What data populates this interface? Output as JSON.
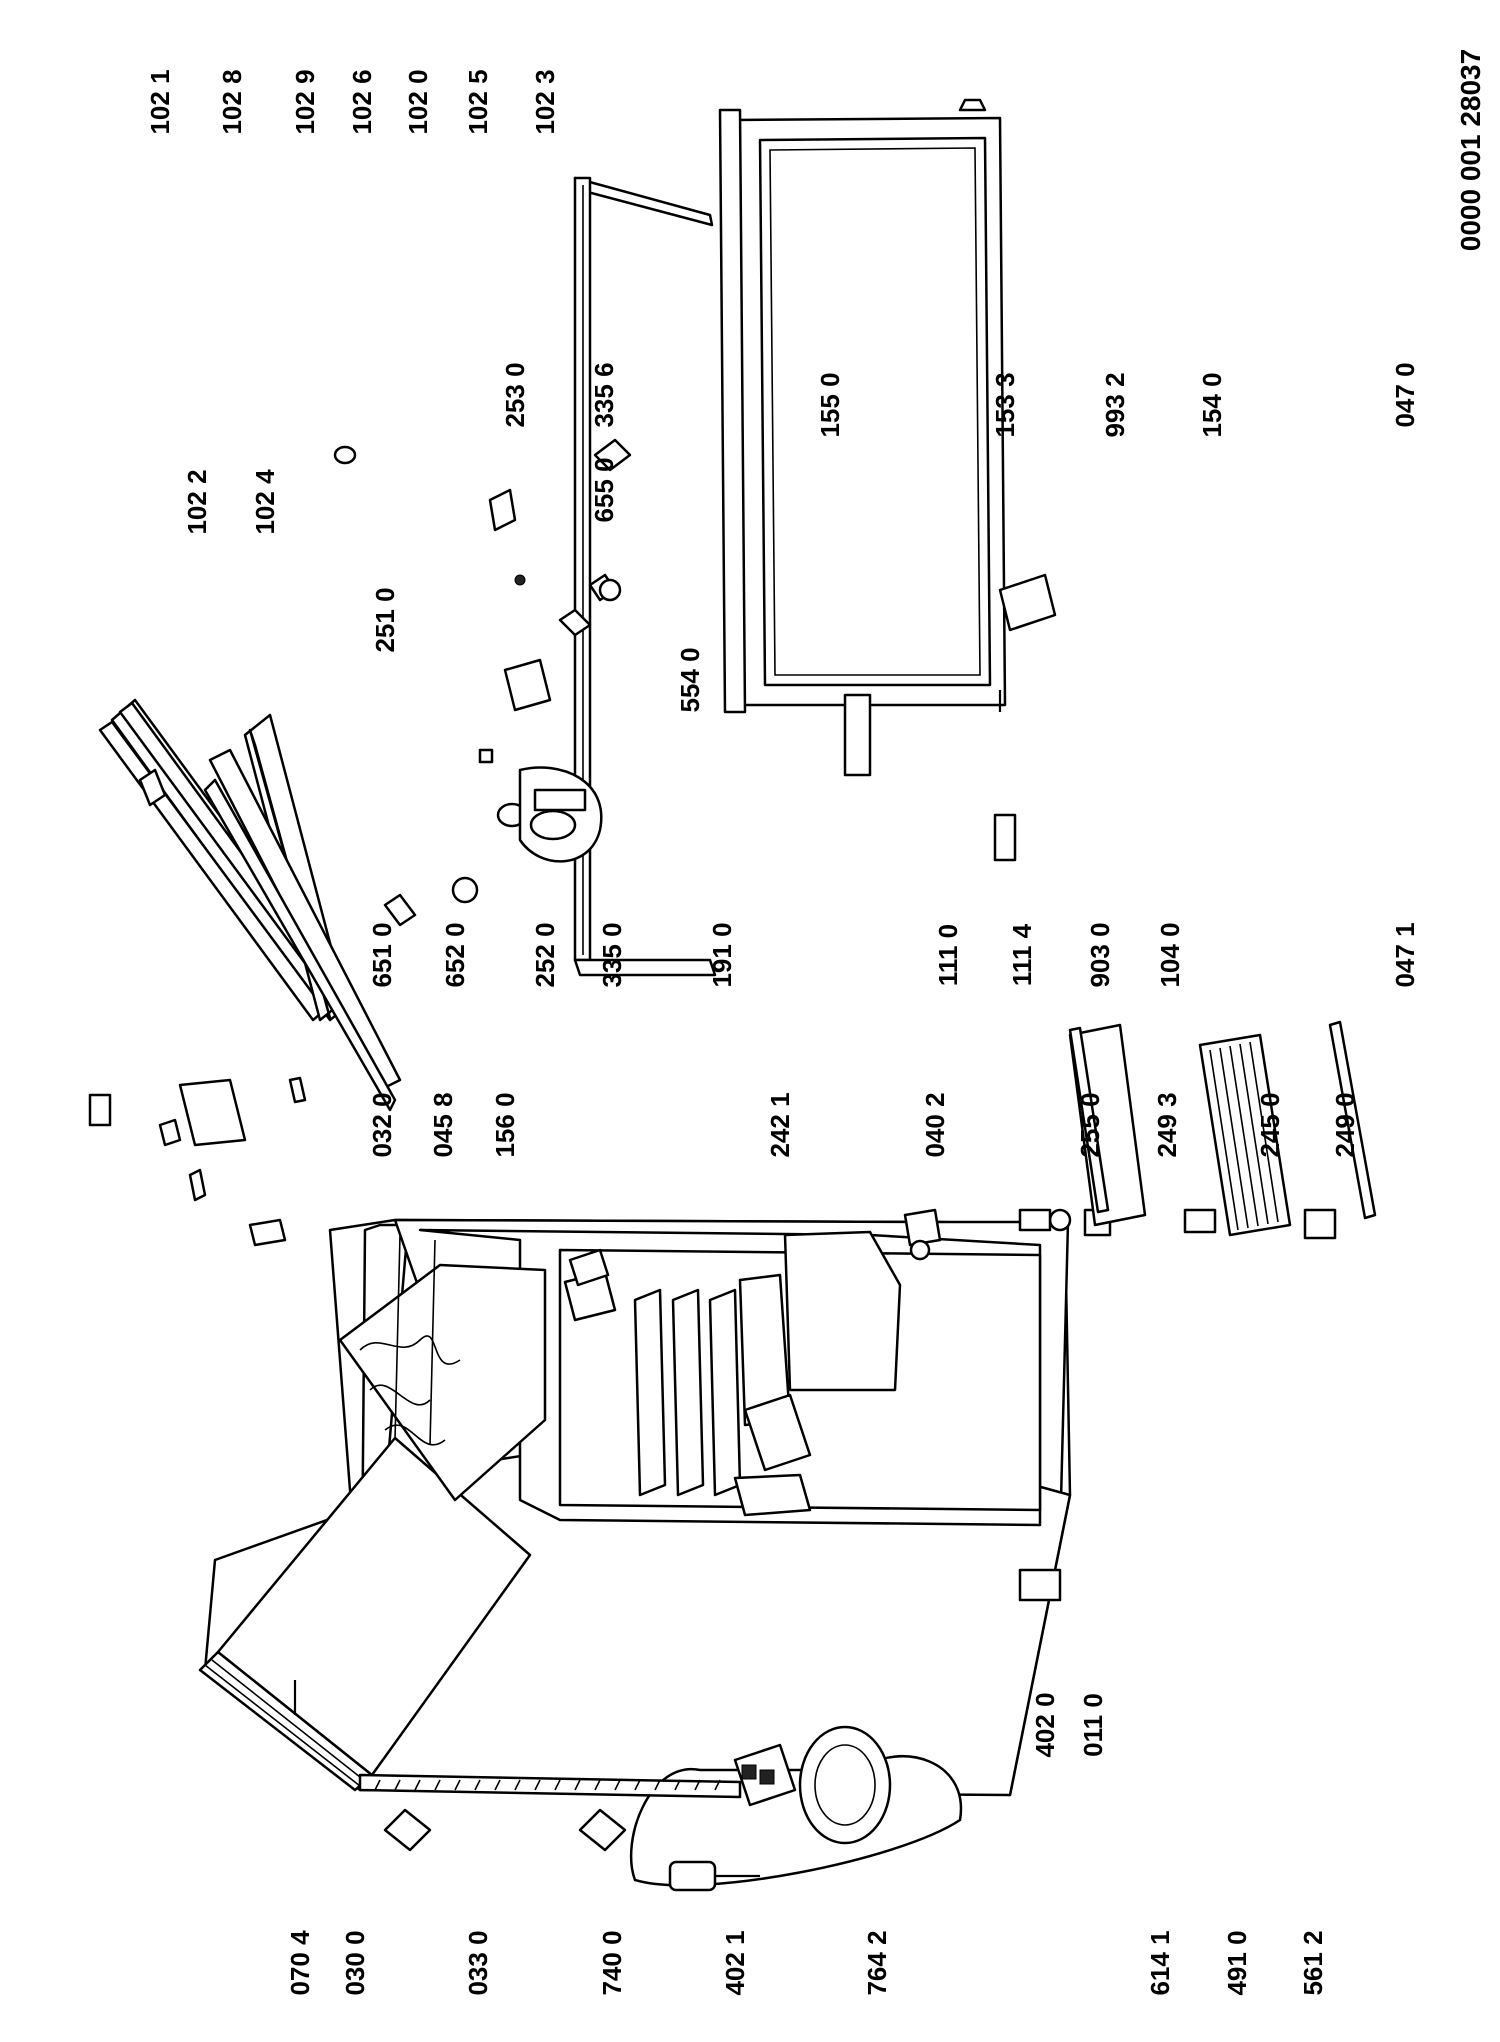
{
  "document_number": "0000 001 28037",
  "labels": {
    "p0704": "070 4",
    "p0300": "030 0",
    "p0330": "033 0",
    "p7400": "740 0",
    "p4021": "402 1",
    "p7642": "764 2",
    "p6141": "614 1",
    "p4910": "491 0",
    "p5612": "561 2",
    "p0320": "032 0",
    "p0458": "045 8",
    "p1560": "156 0",
    "p2421": "242 1",
    "p0402": "040 2",
    "p2550": "255 0",
    "p2493": "249 3",
    "p2450": "245 0",
    "p2490": "249 0",
    "p4020": "402 0",
    "p0110": "011 0",
    "p6510": "651 0",
    "p6520": "652 0",
    "p2520": "252 0",
    "p3350": "335 0",
    "p1910": "191 0",
    "p1110": "111 0",
    "p1114": "111 4",
    "p9030": "903 0",
    "p1040": "104 0",
    "p0471": "047 1",
    "p2510": "251 0",
    "p5540": "554 0",
    "p6550": "655 0",
    "p3356": "335 6",
    "p2530": "253 0",
    "p0470": "047 0",
    "p1022": "102 2",
    "p1024": "102 4",
    "p1021": "102 1",
    "p1028": "102 8",
    "p1029": "102 9",
    "p1026": "102 6",
    "p1020": "102 0",
    "p1025": "102 5",
    "p1023": "102 3",
    "p1550": "155 0",
    "p1533": "153 3",
    "p9932": "993 2",
    "p1540": "154 0"
  }
}
